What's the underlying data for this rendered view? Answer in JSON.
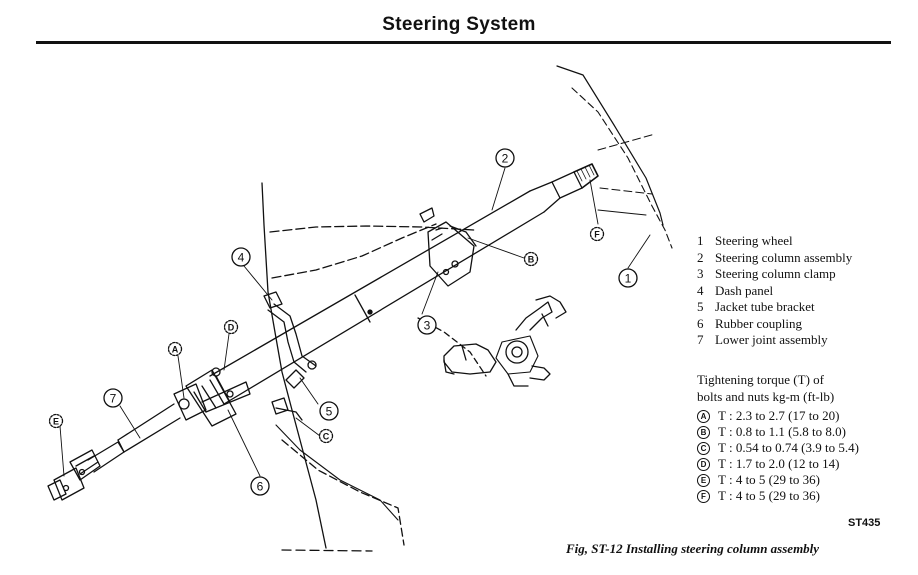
{
  "page_title": "Steering System",
  "legend": [
    {
      "num": "1",
      "label": "Steering wheel"
    },
    {
      "num": "2",
      "label": "Steering column assembly"
    },
    {
      "num": "3",
      "label": "Steering column clamp"
    },
    {
      "num": "4",
      "label": "Dash panel"
    },
    {
      "num": "5",
      "label": "Jacket tube bracket"
    },
    {
      "num": "6",
      "label": "Rubber coupling"
    },
    {
      "num": "7",
      "label": "Lower joint assembly"
    }
  ],
  "torque": {
    "heading_line1": "Tightening torque (T) of",
    "heading_line2": "bolts and nuts   kg-m (ft-lb)",
    "items": [
      {
        "mark": "A",
        "value": "T : 2.3 to 2.7 (17 to 20)"
      },
      {
        "mark": "B",
        "value": "T : 0.8 to 1.1 (5.8 to 8.0)"
      },
      {
        "mark": "C",
        "value": "T : 0.54 to 0.74 (3.9 to 5.4)"
      },
      {
        "mark": "D",
        "value": "T : 1.7 to 2.0 (12 to 14)"
      },
      {
        "mark": "E",
        "value": "T : 4 to 5 (29 to 36)"
      },
      {
        "mark": "F",
        "value": "T : 4 to 5 (29 to 36)"
      }
    ]
  },
  "callouts": {
    "c1": "1",
    "c2": "2",
    "c3": "3",
    "c4": "4",
    "c5": "5",
    "c6": "6",
    "c7": "7",
    "mA": "A",
    "mB": "B",
    "mC": "C",
    "mD": "D",
    "mE": "E",
    "mF": "F"
  },
  "figure_code": "ST435",
  "figure_caption": "Fig, ST-12  Installing steering column assembly"
}
